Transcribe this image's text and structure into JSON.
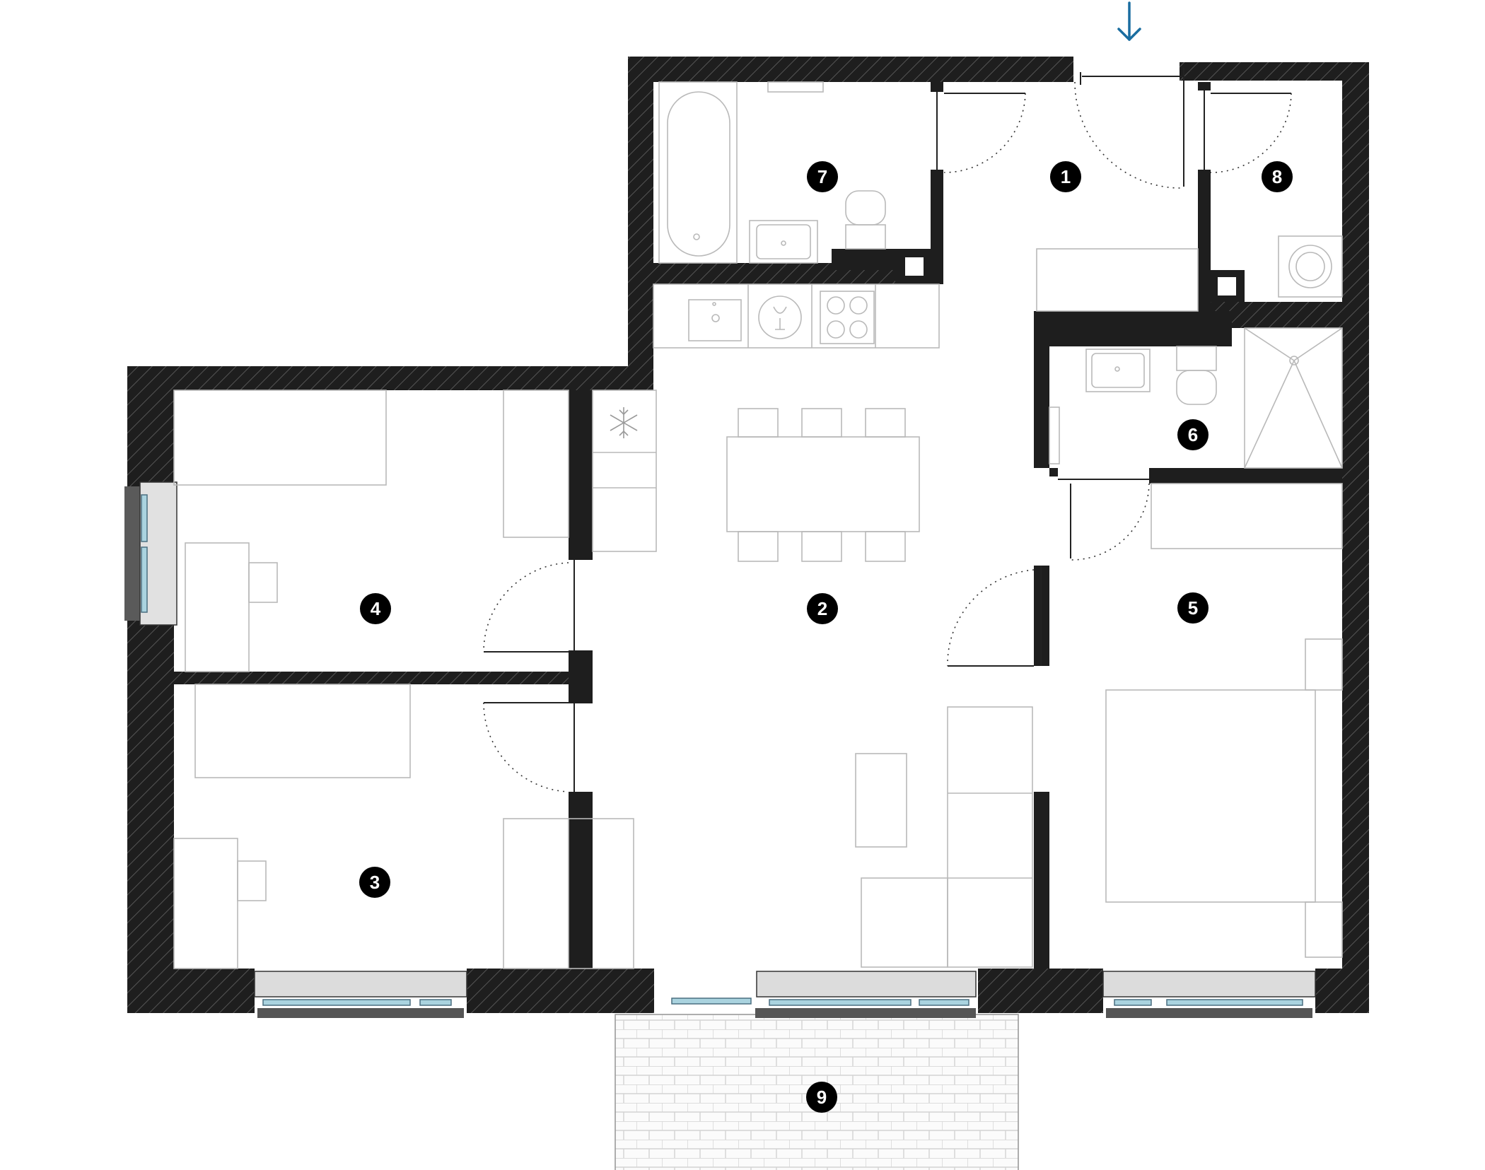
{
  "plan": {
    "entrance_arrow_color": "#1a6da0",
    "wall_color": "#1e1e1e",
    "rooms": [
      {
        "id": "1",
        "label": "1"
      },
      {
        "id": "2",
        "label": "2"
      },
      {
        "id": "3",
        "label": "3"
      },
      {
        "id": "4",
        "label": "4"
      },
      {
        "id": "5",
        "label": "5"
      },
      {
        "id": "6",
        "label": "6"
      },
      {
        "id": "7",
        "label": "7"
      },
      {
        "id": "8",
        "label": "8"
      },
      {
        "id": "9",
        "label": "9"
      }
    ],
    "icons": [
      "entrance-arrow-icon",
      "snowflake-icon",
      "dishwasher-icon",
      "washing-machine-icon"
    ]
  }
}
